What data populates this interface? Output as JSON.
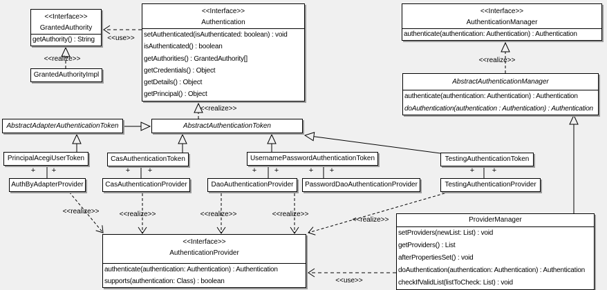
{
  "diagram": {
    "background_color": "#f0f0f0",
    "box_fill": "#ffffff",
    "line_color": "#000000",
    "shadow_color": "#9b9b9b"
  },
  "labels": {
    "use": "<<use>>",
    "realize": "<<realize>>",
    "plus": "+"
  },
  "classes": {
    "granted_authority": {
      "stereotype": "<<Interface>>",
      "name": "GrantedAuthority",
      "methods": [
        "getAuthority() : String"
      ]
    },
    "granted_authority_impl": {
      "name": "GrantedAuthorityImpl"
    },
    "authentication": {
      "stereotype": "<<Interface>>",
      "name": "Authentication",
      "methods": [
        "setAuthenticated(isAuthenticated: boolean) : void",
        "isAuthenticated() : boolean",
        "getAuthorities() : GrantedAuthority[]",
        "getCredentials() : Object",
        "getDetails() : Object",
        "getPrincipal() : Object"
      ]
    },
    "authentication_manager": {
      "stereotype": "<<Interface>>",
      "name": "AuthenticationManager",
      "methods": [
        "authenticate(authentication: Authentication) : Authentication"
      ]
    },
    "abstract_authentication_manager": {
      "name": "AbstractAuthenticationManager",
      "methods": [
        "authenticate(authentication: Authentication) : Authentication",
        "doAuthentication(authentication : Authentication) : Authentication"
      ]
    },
    "abstract_adapter_authentication_token": {
      "name": "AbstractAdapterAuthenticationToken"
    },
    "abstract_authentication_token": {
      "name": "AbstractAuthenticationToken"
    },
    "principal_acegi_user_token": {
      "name": "PrincipalAcegiUserToken"
    },
    "cas_authentication_token": {
      "name": "CasAuthenticationToken"
    },
    "username_password_authentication_token": {
      "name": "UsernamePasswordAuthenticationToken"
    },
    "testing_authentication_token": {
      "name": "TestingAuthenticationToken"
    },
    "auth_by_adapter_provider": {
      "name": "AuthByAdapterProvider"
    },
    "cas_authentication_provider": {
      "name": "CasAuthenticationProvider"
    },
    "dao_authentication_provider": {
      "name": "DaoAuthenticationProvider"
    },
    "password_dao_authentication_provider": {
      "name": "PasswordDaoAuthenticationProvider"
    },
    "testing_authentication_provider": {
      "name": "TestingAuthenticationProvider"
    },
    "authentication_provider": {
      "stereotype": "<<Interface>>",
      "name": "AuthenticationProvider",
      "methods": [
        "authenticate(authentication: Authentication) : Authentication",
        "supports(authentication: Class) : boolean"
      ]
    },
    "provider_manager": {
      "name": "ProviderManager",
      "methods": [
        "setProviders(newList: List) : void",
        "getProviders() : List",
        "afterPropertiesSet() : void",
        "doAuthentication(authentication: Authentication) : Authentication",
        "checkIfValidList(listToCheck: List) : void"
      ]
    }
  }
}
